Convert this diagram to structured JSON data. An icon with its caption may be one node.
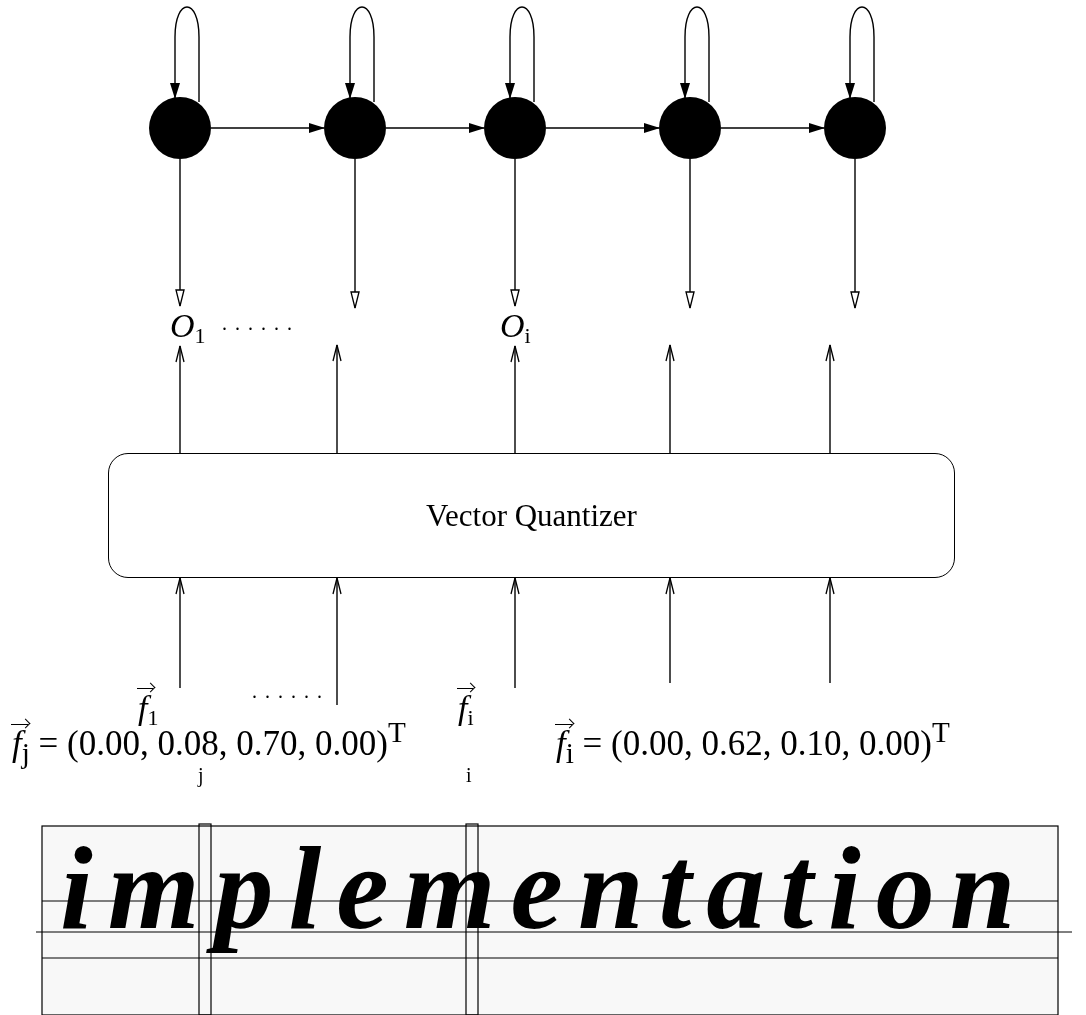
{
  "diagram": {
    "nodes": [
      {
        "text": [],
        "shape": "circle"
      },
      {
        "text": [],
        "shape": "circle"
      },
      {
        "text": [],
        "shape": "circle"
      },
      {
        "text": [],
        "shape": "circle"
      },
      {
        "text": [],
        "shape": "circle"
      },
      {
        "text": [
          "*O*$_{1}$"
        ]
      },
      {
        "text": [
          "*O*$_{i}$"
        ]
      },
      {
        "text": [
          "Vector Quantizer"
        ]
      },
      {
        "text": [
          "*f*$_{1}$"
        ]
      },
      {
        "text": [
          "*f*$_{i}$"
        ]
      }
    ],
    "edges": [
      {
        "from": 0,
        "to": 0,
        "arrow": "to"
      },
      {
        "from": 1,
        "to": 1,
        "arrow": "to"
      },
      {
        "from": 2,
        "to": 2,
        "arrow": "to"
      },
      {
        "from": 3,
        "to": 3,
        "arrow": "to"
      },
      {
        "from": 4,
        "to": 4,
        "arrow": "to"
      },
      {
        "from": 0,
        "to": 1,
        "arrow": "to"
      },
      {
        "from": 1,
        "to": 2,
        "arrow": "to"
      },
      {
        "from": 2,
        "to": 3,
        "arrow": "to"
      },
      {
        "from": 3,
        "to": 4,
        "arrow": "to"
      },
      {
        "from": 0,
        "to": 5,
        "arrow": "to"
      },
      {
        "from": 1,
        "to": null,
        "arrow": "to"
      },
      {
        "from": 2,
        "to": 6,
        "arrow": "to"
      },
      {
        "from": 3,
        "to": null,
        "arrow": "to"
      },
      {
        "from": 4,
        "to": null,
        "arrow": "to"
      },
      {
        "from": 7,
        "to": 5,
        "arrow": "to"
      },
      {
        "from": 7,
        "to": null,
        "arrow": "to"
      },
      {
        "from": 7,
        "to": 6,
        "arrow": "to"
      },
      {
        "from": 7,
        "to": null,
        "arrow": "to"
      },
      {
        "from": 7,
        "to": null,
        "arrow": "to"
      },
      {
        "from": 8,
        "to": 7,
        "arrow": "to"
      },
      {
        "from": null,
        "to": 7,
        "arrow": "to"
      },
      {
        "from": 9,
        "to": 7,
        "arrow": "to"
      },
      {
        "from": null,
        "to": 7,
        "arrow": "to"
      },
      {
        "from": null,
        "to": 7,
        "arrow": "to"
      }
    ],
    "labels": [
      "......",
      "......",
      "*f*$_{j}$ = (0.00, 0.08, 0.70, 0.00)$^{T}$",
      "*f*$_{i}$ = (0.00, 0.62, 0.10, 0.00)$^{T}$",
      "j",
      "i",
      "implementation"
    ]
  }
}
